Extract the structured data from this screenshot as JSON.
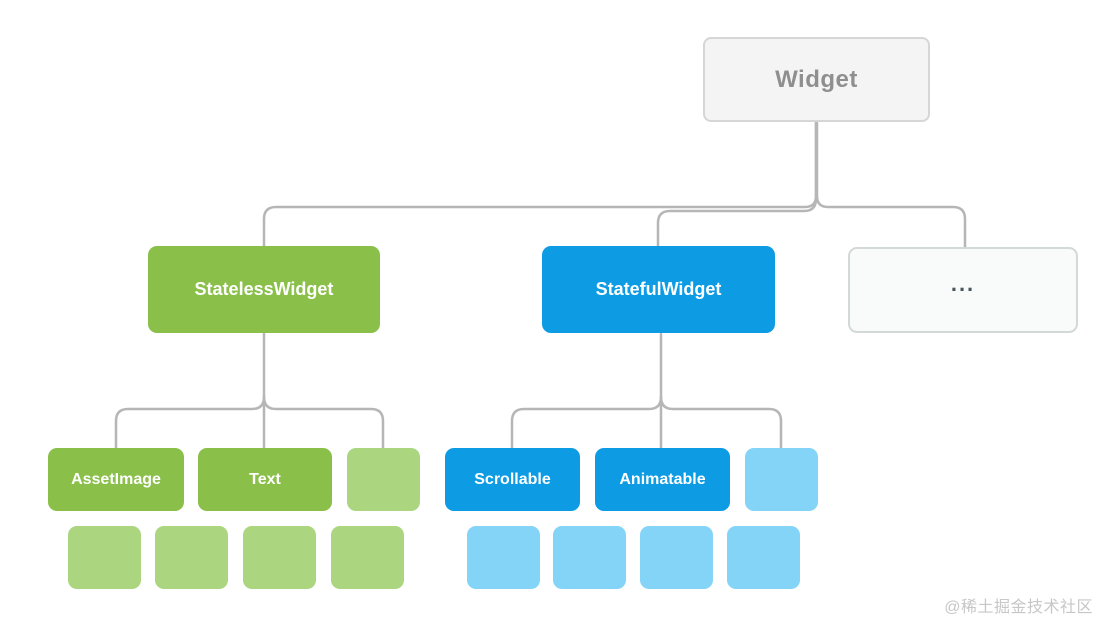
{
  "diagram": {
    "title_node": "Widget",
    "nodes": {
      "widget": {
        "label": "Widget"
      },
      "stateless_widget": {
        "label": "StatelessWidget"
      },
      "stateful_widget": {
        "label": "StatefulWidget"
      },
      "more": {
        "label": "..."
      },
      "asset_image": {
        "label": "AssetImage"
      },
      "text": {
        "label": "Text"
      },
      "scrollable": {
        "label": "Scrollable"
      },
      "animatable": {
        "label": "Animatable"
      }
    },
    "hierarchy": {
      "Widget": [
        "StatelessWidget",
        "StatefulWidget",
        "..."
      ],
      "StatelessWidget": [
        "AssetImage",
        "Text",
        "unlabeled-green"
      ],
      "StatefulWidget": [
        "Scrollable",
        "Animatable",
        "unlabeled-blue"
      ]
    },
    "unlabeled_placeholders": {
      "green_row_count": 4,
      "blue_row_count": 4
    },
    "colors": {
      "green": "#8ac04a",
      "light_green": "#abd57f",
      "blue": "#0d9ce4",
      "light_blue": "#84d4f8",
      "root_background": "#f4f4f4",
      "root_border": "#d6d6d6",
      "root_text": "#8f8f8f",
      "connector": "#b6b6b6",
      "dots_text": "#49585f"
    }
  },
  "watermark": {
    "text": "@稀土掘金技术社区"
  }
}
